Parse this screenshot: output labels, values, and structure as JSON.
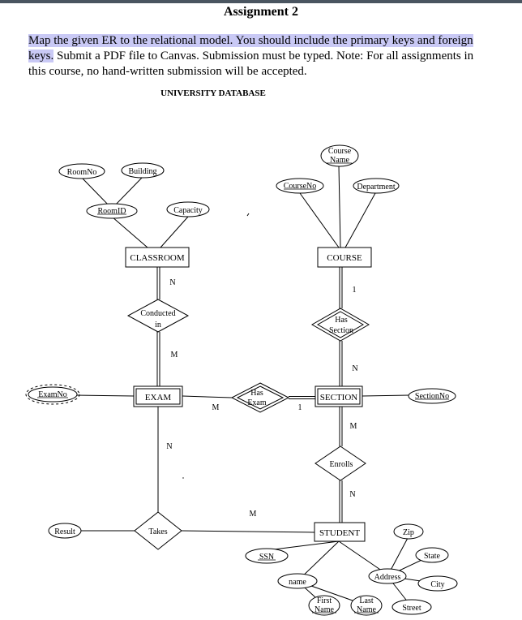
{
  "document": {
    "title": "Assignment 2",
    "highlighted_text": "Map the given ER to the relational model. You should include the primary keys and foreign keys.",
    "plain_text": " Submit a PDF file to Canvas. Submission must be typed. Note: For all assignments in this course, no hand-written submission will be accepted."
  },
  "diagram": {
    "caption": "UNIVERSITY DATABASE",
    "entities": {
      "classroom": "CLASSROOM",
      "course": "COURSE",
      "exam": "EXAM",
      "section": "SECTION",
      "student": "STUDENT"
    },
    "relationships": {
      "conducted_in": [
        "Conducted",
        "in"
      ],
      "has_section": [
        "Has",
        "Section"
      ],
      "has_exam": [
        "Has",
        "Exam"
      ],
      "enrolls": "Enrolls",
      "takes": "Takes"
    },
    "attributes": {
      "room_no": "RoomNo",
      "building": "Building",
      "room_id": "RoomID",
      "capacity": "Capacity",
      "course_name": [
        "Course",
        "Name"
      ],
      "course_no": "CourseNo",
      "department": "Department",
      "exam_no": "ExamNo",
      "section_no": "SectionNo",
      "result": "Result",
      "ssn": "SSN",
      "name": "name",
      "first_name": [
        "First",
        "Name"
      ],
      "last_name": [
        "Last",
        "Name"
      ],
      "address": "Address",
      "zip": "Zip",
      "state": "State",
      "city": "City",
      "street": "Street"
    },
    "cardinalities": {
      "classroom_conducted": "N",
      "exam_conducted": "M",
      "course_has_section": "1",
      "section_has_section": "N",
      "exam_has_exam": "M",
      "section_has_exam": "1",
      "section_enrolls": "M",
      "student_enrolls": "N",
      "exam_takes": "N",
      "student_takes": "M"
    }
  }
}
